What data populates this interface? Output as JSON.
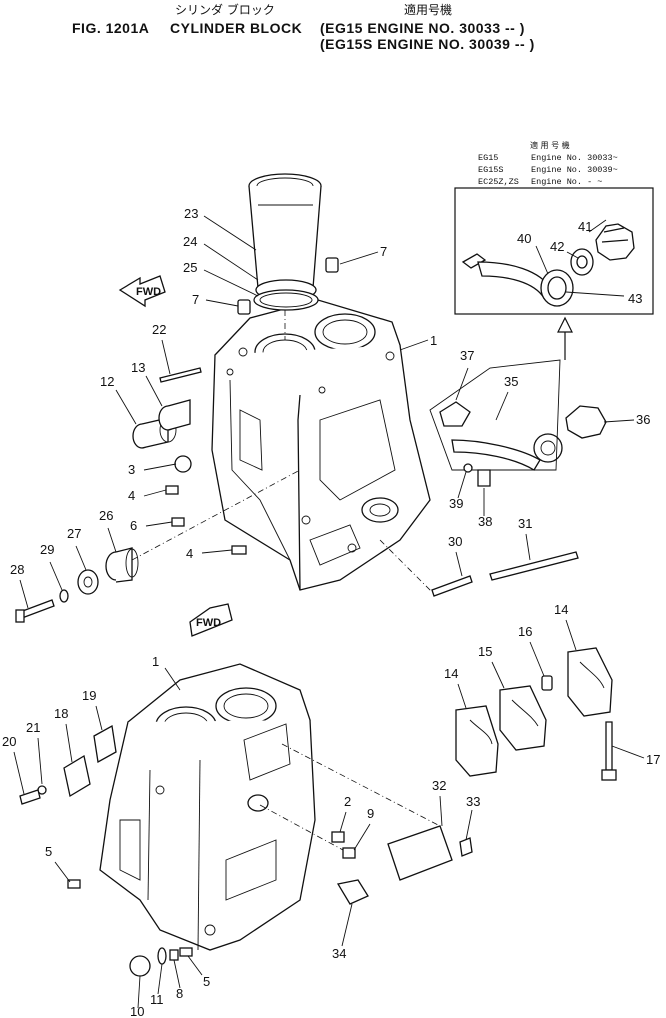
{
  "header": {
    "japanese_title": "シリンダ ブロック",
    "japanese_applicable": "適用号機",
    "fig_label": "FIG. 1201A",
    "title": "CYLINDER BLOCK",
    "line1": "(EG15    ENGINE NO. 30033 -- )",
    "line2": "(EG15S  ENGINE NO. 30039 -- )"
  },
  "inset": {
    "heading": "適 用 号 機",
    "rows": [
      {
        "model": "EG15",
        "engine": "Engine No. 30033~"
      },
      {
        "model": "EG15S",
        "engine": "Engine No. 30039~"
      },
      {
        "model": "EC25Z,ZS",
        "engine": "Engine No. - ~"
      }
    ]
  },
  "fwd_label": "FWD",
  "callouts": [
    "1",
    "2",
    "3",
    "4",
    "5",
    "6",
    "7",
    "8",
    "9",
    "10",
    "11",
    "12",
    "13",
    "14",
    "15",
    "16",
    "17",
    "18",
    "19",
    "20",
    "21",
    "22",
    "23",
    "24",
    "25",
    "26",
    "27",
    "28",
    "29",
    "30",
    "31",
    "32",
    "33",
    "34",
    "35",
    "36",
    "37",
    "38",
    "39",
    "40",
    "41",
    "42",
    "43"
  ]
}
